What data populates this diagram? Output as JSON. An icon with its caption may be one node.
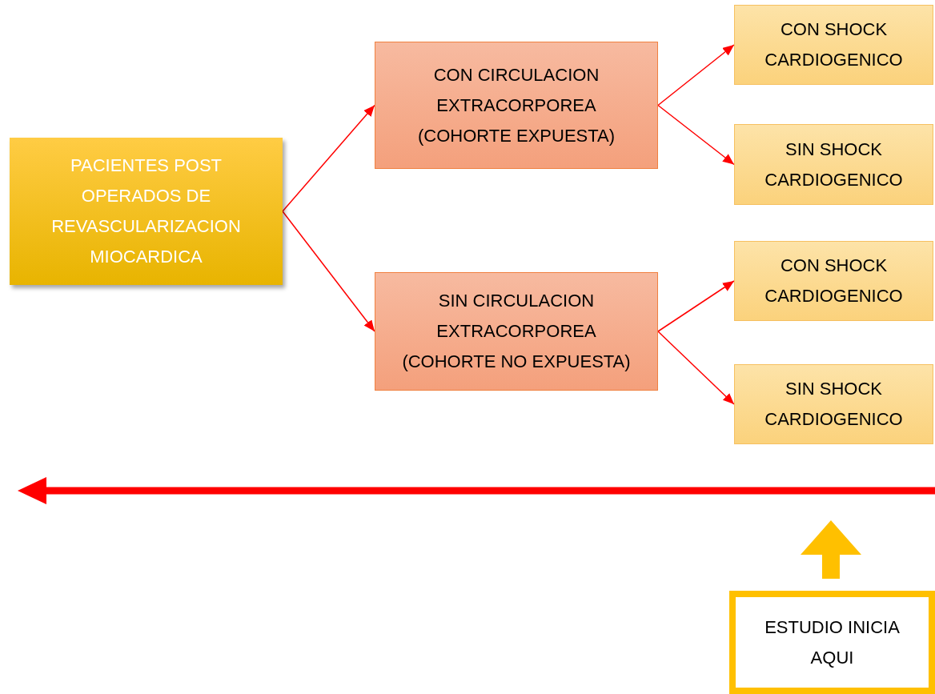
{
  "diagram": {
    "nodes": [
      {
        "text": [
          "PACIENTES POST OPERADOS DE REVASCULARIZACION MIOCARDICA"
        ]
      },
      {
        "text": [
          "CON CIRCULACION EXTRACORPOREA (COHORTE EXPUESTA)"
        ]
      },
      {
        "text": [
          "SIN CIRCULACION EXTRACORPOREA (COHORTE NO EXPUESTA)"
        ]
      },
      {
        "text": [
          "CON SHOCK CARDIOGENICO"
        ]
      },
      {
        "text": [
          "SIN SHOCK CARDIOGENICO"
        ]
      },
      {
        "text": [
          "CON SHOCK CARDIOGENICO"
        ]
      },
      {
        "text": [
          "SIN SHOCK CARDIOGENICO"
        ]
      },
      {
        "text": [
          "ESTUDIO INICIA AQUI"
        ]
      }
    ],
    "edges": [
      {
        "from": 0,
        "to": 1,
        "arrow": "to"
      },
      {
        "from": 0,
        "to": 2,
        "arrow": "to"
      },
      {
        "from": 1,
        "to": 3,
        "arrow": "to"
      },
      {
        "from": 1,
        "to": 4,
        "arrow": "to"
      },
      {
        "from": 2,
        "to": 5,
        "arrow": "to"
      },
      {
        "from": 2,
        "to": 6,
        "arrow": "to"
      }
    ]
  }
}
